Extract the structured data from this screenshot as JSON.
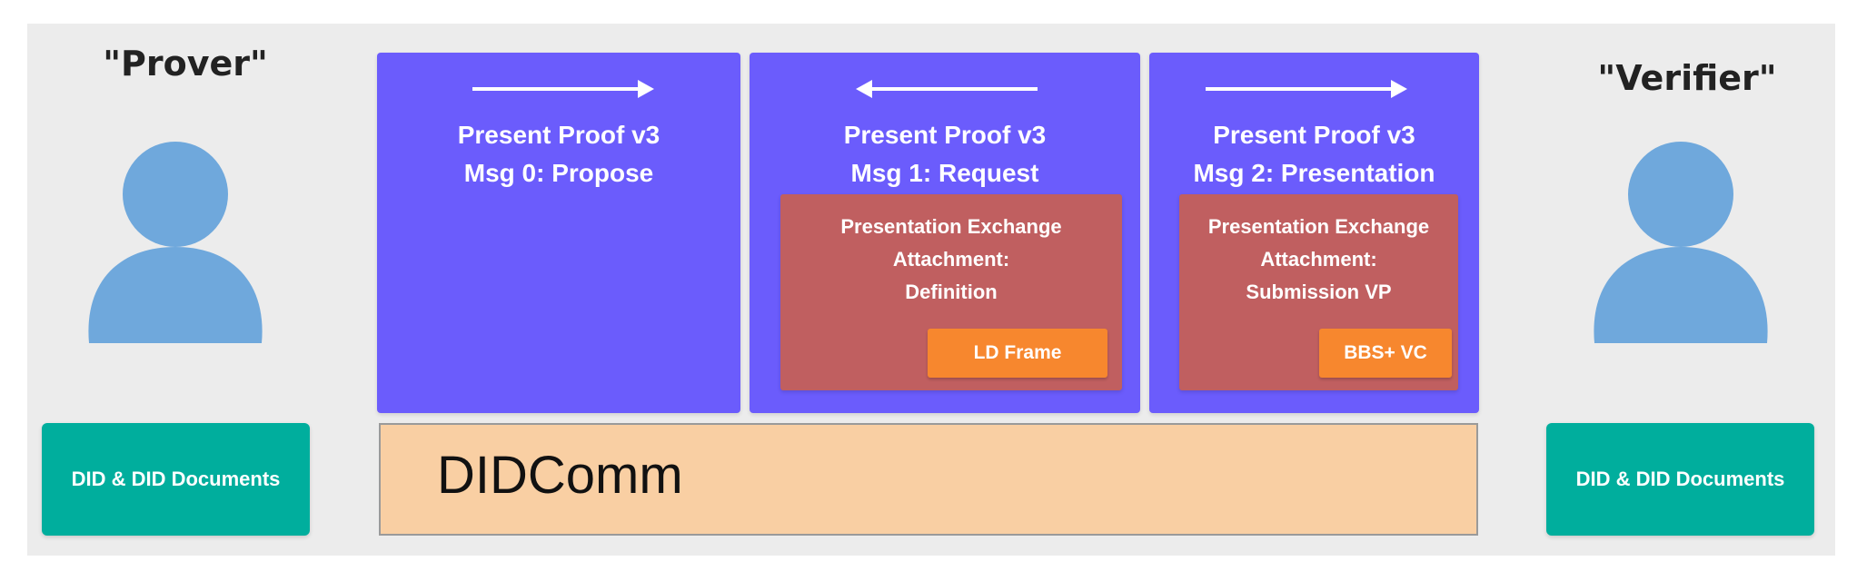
{
  "prover": {
    "label": "\"Prover\"",
    "did_label": "DID & DID Documents"
  },
  "verifier": {
    "label": "\"Verifier\"",
    "did_label": "DID & DID Documents"
  },
  "messages": [
    {
      "title_line1": "Present Proof v3",
      "title_line2": "Msg 0: Propose",
      "direction": "right"
    },
    {
      "title_line1": "Present Proof v3",
      "title_line2": "Msg 1: Request",
      "direction": "left",
      "attachment": {
        "line1": "Presentation Exchange",
        "line2": "Attachment:",
        "line3": "Definition",
        "tag": "LD Frame"
      }
    },
    {
      "title_line1": "Present Proof v3",
      "title_line2": "Msg 2: Presentation",
      "direction": "right",
      "attachment": {
        "line1": "Presentation Exchange",
        "line2": "Attachment:",
        "line3": "Submission VP",
        "tag": "BBS+ VC"
      }
    }
  ],
  "transport": {
    "label": "DIDComm"
  },
  "colors": {
    "background": "#ececec",
    "message": "#6b5cfc",
    "attachment": "#c05f60",
    "tag": "#f7872e",
    "did": "#00ae9d",
    "transport": "#f9cfa3",
    "avatar": "#6fa8dc"
  }
}
